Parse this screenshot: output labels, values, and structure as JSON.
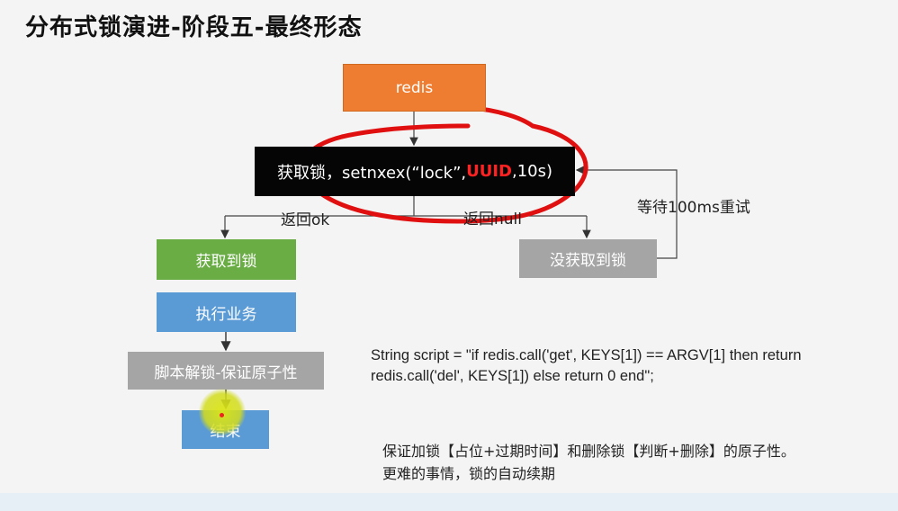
{
  "title": "分布式锁演进-阶段五-最终形态",
  "nodes": {
    "redis": "redis",
    "acquire_prefix": "获取锁，setnxex(“lock”,",
    "acquire_uuid": "UUID",
    "acquire_suffix": ",10s)",
    "got_lock": "获取到锁",
    "not_got_lock": "没获取到锁",
    "execute": "执行业务",
    "script_unlock": "脚本解锁-保证原子性",
    "end": "结束"
  },
  "edge_labels": {
    "ok": "返回ok",
    "null": "返回null",
    "retry": "等待100ms重试"
  },
  "code_lines": [
    "String script = \"if redis.call('get', KEYS[1]) == ARGV[1] then return",
    "redis.call('del', KEYS[1]) else return 0 end\";"
  ],
  "notes": [
    "保证加锁【占位+过期时间】和删除锁【判断+删除】的原子性。",
    "更难的事情，锁的自动续期"
  ],
  "colors": {
    "redis": "#ee7d31",
    "acquire": "#050505",
    "got": "#6aad45",
    "blue": "#5b9bd5",
    "gray": "#a5a5a5",
    "annotation": "#e01010"
  }
}
